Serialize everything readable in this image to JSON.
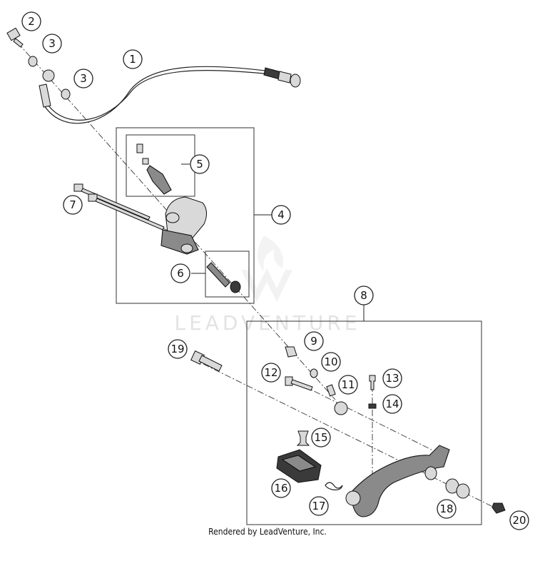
{
  "watermark": "LEADVENTURE",
  "credit": "Rendered by LeadVenture, Inc.",
  "callouts": [
    "1",
    "2",
    "3",
    "3",
    "4",
    "5",
    "6",
    "7",
    "8",
    "9",
    "10",
    "11",
    "12",
    "13",
    "14",
    "15",
    "16",
    "17",
    "18",
    "19",
    "20"
  ]
}
